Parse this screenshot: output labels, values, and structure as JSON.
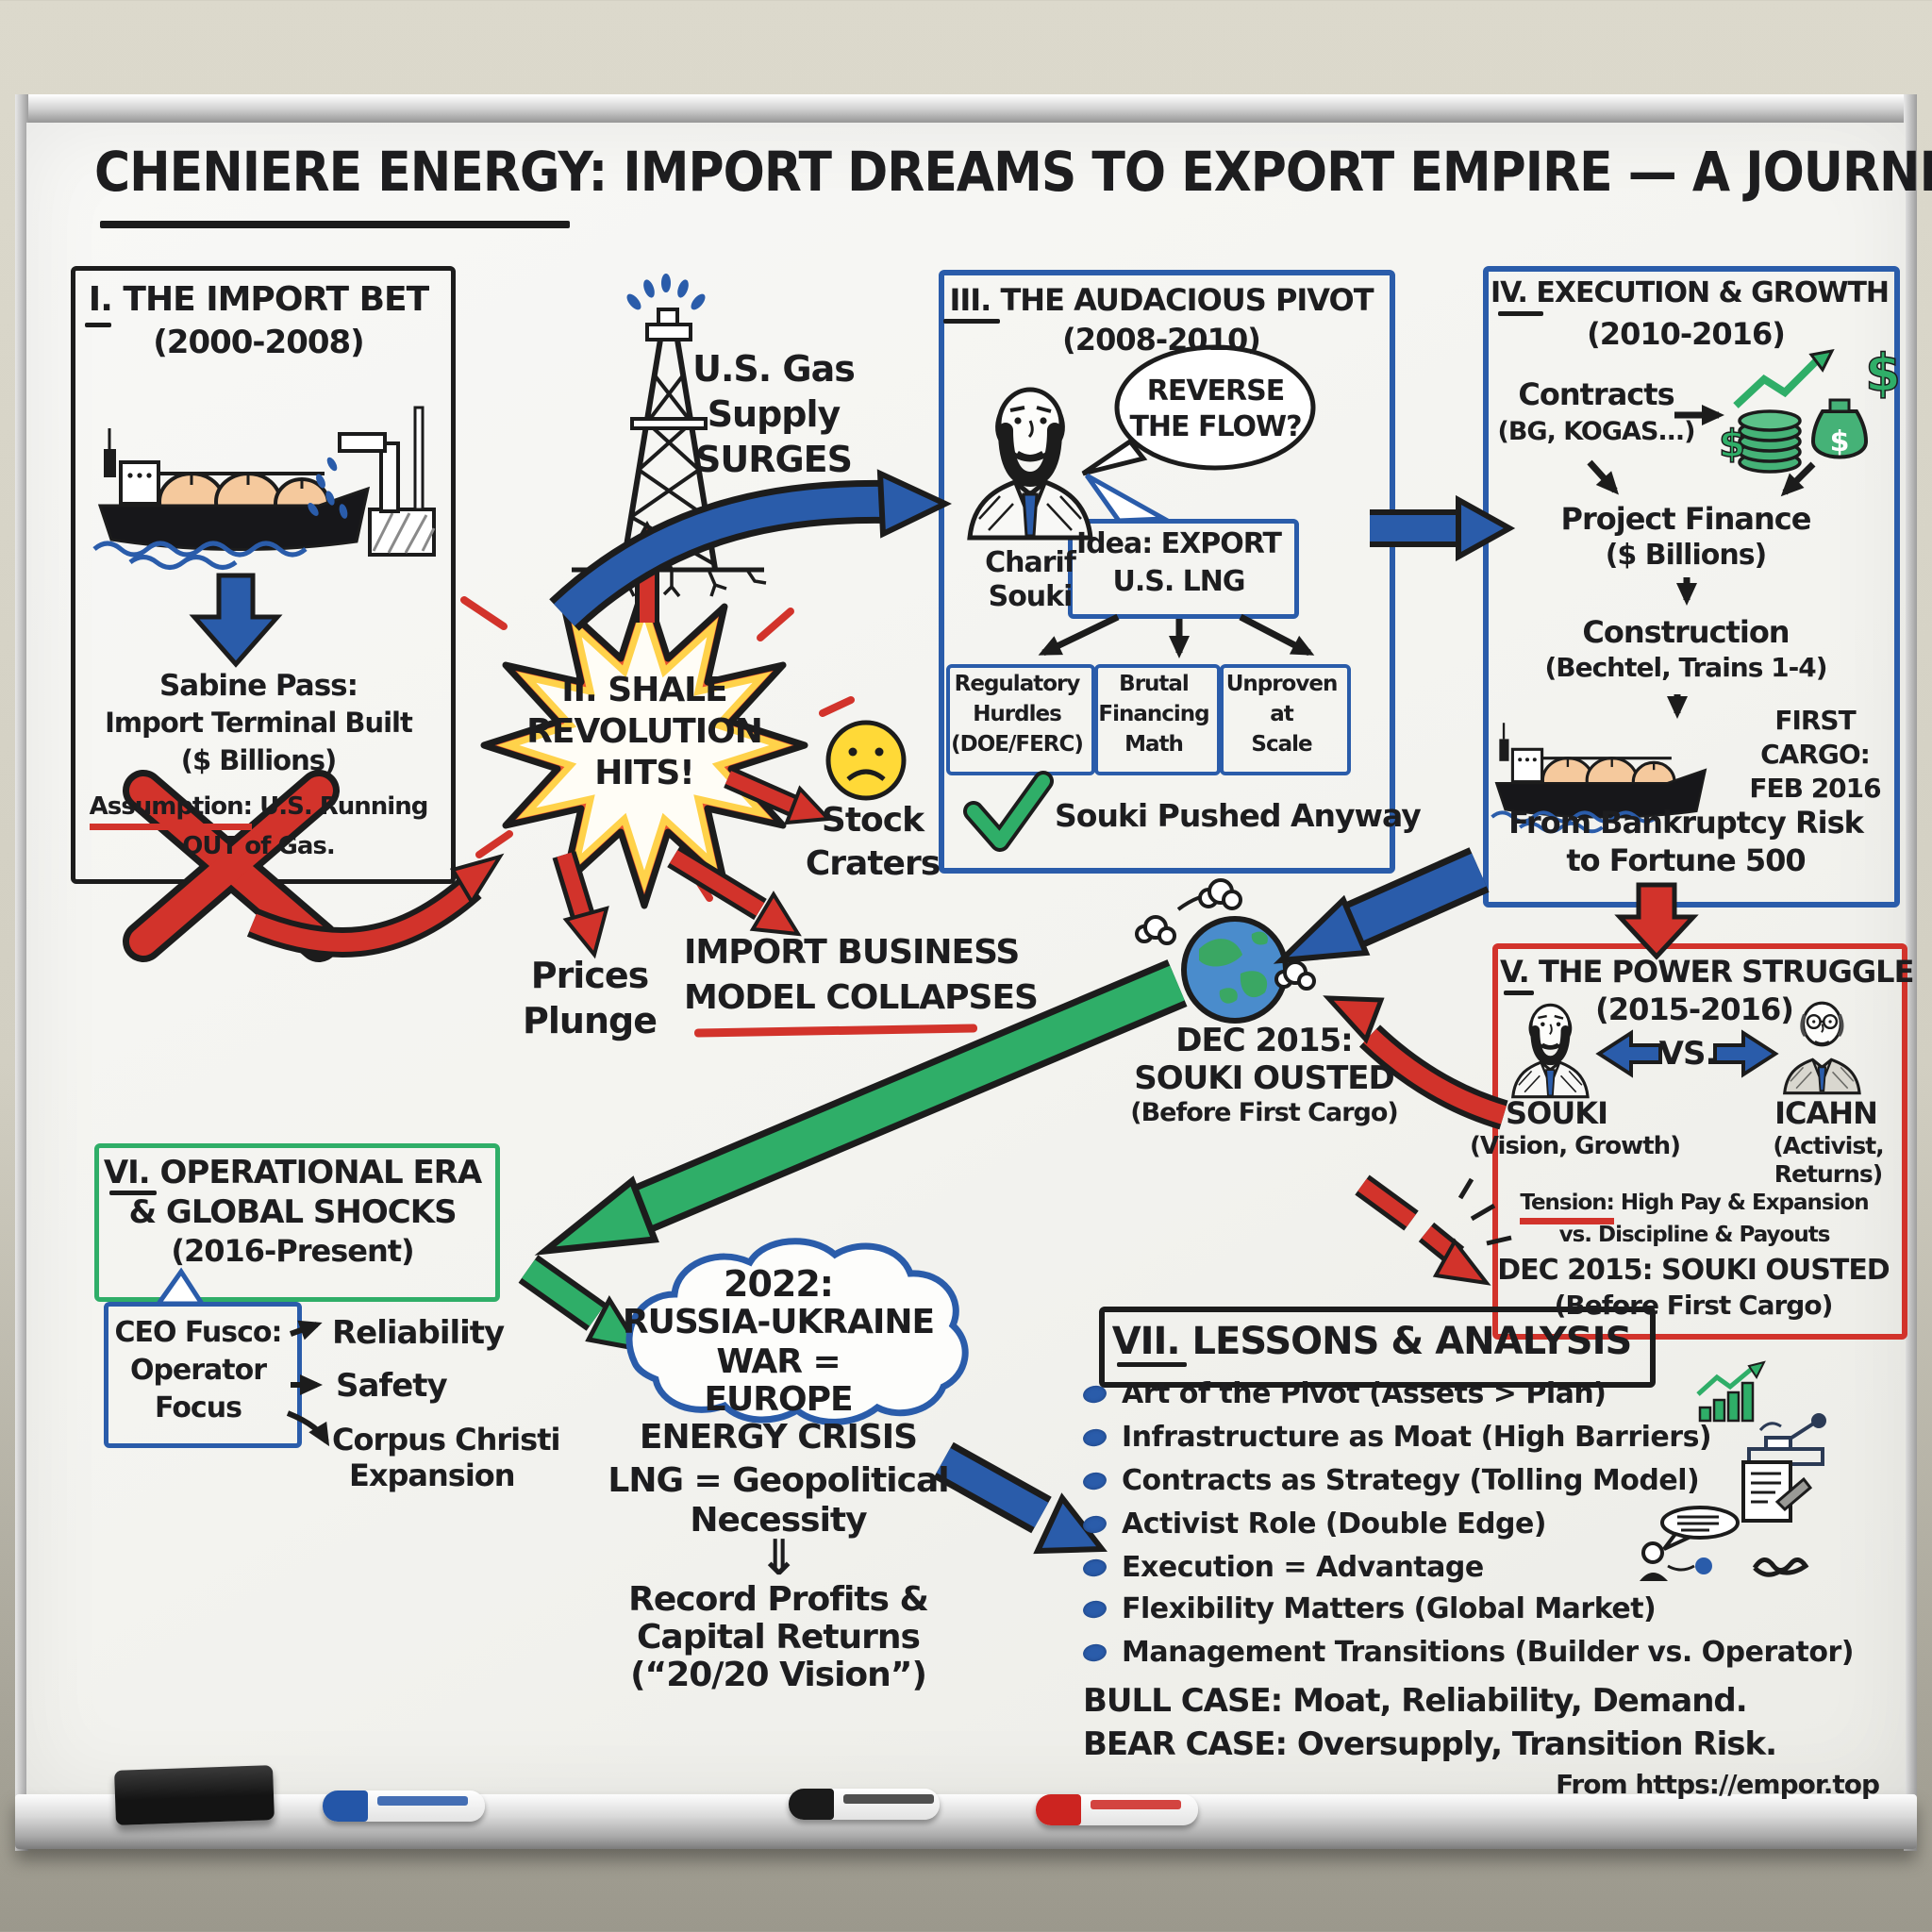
{
  "title": {
    "text": "CHENIERE ENERGY: IMPORT DREAMS TO EXPORT EMPIRE — A JOURNEY"
  },
  "s1": {
    "title": "I. THE IMPORT BET",
    "years": "(2000-2008)",
    "sabine": [
      "Sabine Pass:",
      "Import Terminal Built",
      "($ Billions)"
    ],
    "assumption_label": "Assumption:",
    "assumption_rest": "U.S. Running",
    "assumption_line2": "OUT of Gas."
  },
  "mid": {
    "gas": [
      "U.S. Gas",
      "Supply",
      "SURGES"
    ],
    "burst": [
      "II. SHALE",
      "REVOLUTION",
      "HITS!"
    ],
    "stock": [
      "Stock",
      "Craters"
    ],
    "prices": [
      "Prices",
      "Plunge"
    ],
    "collapse": [
      "IMPORT BUSINESS",
      "MODEL COLLAPSES"
    ]
  },
  "s3": {
    "title": "III. THE AUDACIOUS PIVOT",
    "years": "(2008-2010)",
    "speech": [
      "REVERSE",
      "THE FLOW?"
    ],
    "person": [
      "Charif",
      "Souki"
    ],
    "idea": [
      "Idea: EXPORT",
      "U.S. LNG"
    ],
    "hurdle1": [
      "Regulatory",
      "Hurdles",
      "(DOE/FERC)"
    ],
    "hurdle2": [
      "Brutal",
      "Financing",
      "Math"
    ],
    "hurdle3": [
      "Unproven",
      "at",
      "Scale"
    ],
    "check": "Souki Pushed Anyway"
  },
  "s4": {
    "title": "IV. EXECUTION & GROWTH",
    "years": "(2010-2016)",
    "contracts": [
      "Contracts",
      "(BG, KOGAS...)"
    ],
    "finance": [
      "Project Finance",
      "($ Billions)"
    ],
    "construction": [
      "Construction",
      "(Bechtel, Trains 1-4)"
    ],
    "cargo": [
      "FIRST",
      "CARGO:",
      "FEB 2016"
    ],
    "fortune": [
      "From Bankruptcy Risk",
      "to Fortune 500"
    ]
  },
  "s5": {
    "title": "V. THE POWER STRUGGLE",
    "years": "(2015-2016)",
    "left": "SOUKI",
    "left_sub": "(Vision, Growth)",
    "vs": "VS.",
    "right": "ICAHN",
    "right_sub": [
      "(Activist,",
      "Returns)"
    ],
    "tension_label": "Tension:",
    "tension_rest": "High Pay & Expansion",
    "tension2": "vs. Discipline & Payouts",
    "ousted": [
      "DEC 2015: SOUKI OUSTED",
      "(Before First Cargo)"
    ]
  },
  "globe": {
    "caption": [
      "DEC 2015:",
      "SOUKI OUSTED",
      "(Before First Cargo)"
    ]
  },
  "s6": {
    "title": [
      "VI. OPERATIONAL ERA",
      "& GLOBAL SHOCKS",
      "(2016-Present)"
    ],
    "ceo": [
      "CEO Fusco:",
      "Operator",
      "Focus"
    ],
    "items": [
      "Reliability",
      "Safety"
    ],
    "item3": [
      "Corpus Christi",
      "Expansion"
    ]
  },
  "cloud": {
    "lines": [
      "2022:",
      "RUSSIA-UKRAINE",
      "WAR =",
      "EUROPE",
      "ENERGY CRISIS"
    ],
    "lng": [
      "LNG = Geopolitical",
      "Necessity"
    ],
    "down_arrow": "⇓",
    "profits": [
      "Record Profits &",
      "Capital Returns",
      "(“20/20 Vision”)"
    ]
  },
  "s7": {
    "title": "VII. LESSONS & ANALYSIS",
    "lessons": [
      "Art of the Pivot (Assets > Plan)",
      "Infrastructure as Moat (High Barriers)",
      "Contracts as Strategy (Tolling Model)",
      "Activist Role (Double Edge)",
      "Execution = Advantage",
      "Flexibility Matters (Global Market)",
      "Management Transitions (Builder vs. Operator)"
    ],
    "bull": "BULL CASE: Moat, Reliability, Demand.",
    "bear": "BEAR CASE: Oversupply, Transition Risk."
  },
  "footer": {
    "watermark": "From https://empor.top"
  },
  "icons": {
    "dollar": "$"
  },
  "colors": {
    "marker_black": "#1d1d1f",
    "marker_blue": "#2a5caa",
    "marker_red": "#d2332b",
    "marker_green": "#2fae68",
    "starburst_orange": "#e8542e",
    "starburst_yellow": "#ffd24a",
    "dome_tan": "#f5c99d",
    "face_yellow": "#ffd937",
    "board": "#f5f5f2",
    "wall": "#d2cfc2"
  }
}
